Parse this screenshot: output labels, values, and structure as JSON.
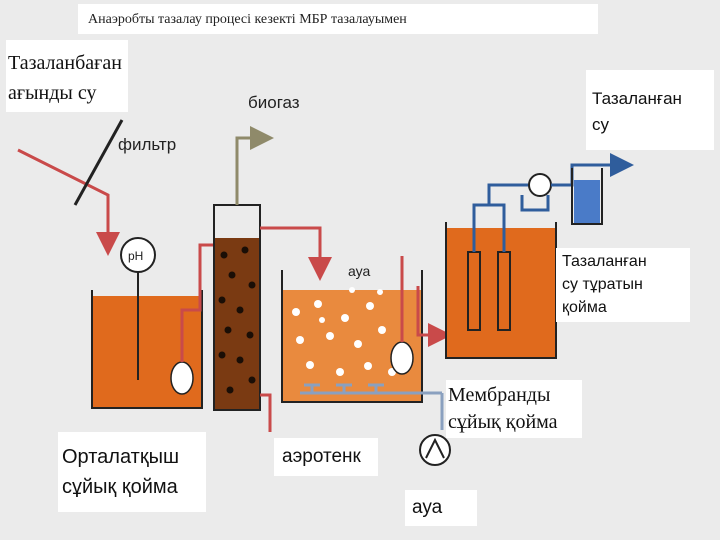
{
  "title": "Анаэробты тазалау процесі кезекті МБР тазалауымен",
  "labels": {
    "influent": "Тазаланбаған\nағынды су",
    "filter": "фильтр",
    "biogas": "биогаз",
    "treated_water": "Тазаланған\nсу",
    "ph": "pH",
    "air_top": "ауа",
    "treated_tank": "Тазаланған\nсу тұратын\nқойма",
    "membrane_tank": "Мембранды\nсұйық қойма",
    "equalizer": "Орталатқыш\nсұйық қойма",
    "aerotank": "аэротенк",
    "air_bottom": "ауа"
  },
  "colors": {
    "pipe": "#c94a4a",
    "pipe_gas": "#8f8a6a",
    "pipe_air": "#8aa0bf",
    "pipe_out": "#2f5d9c",
    "liquid_orange": "#e06a1d",
    "liquid_brown": "#7a3a12",
    "liquid_light": "#e98a3e",
    "tank_outline": "#222222",
    "clean_water": "#4a7bc8"
  }
}
